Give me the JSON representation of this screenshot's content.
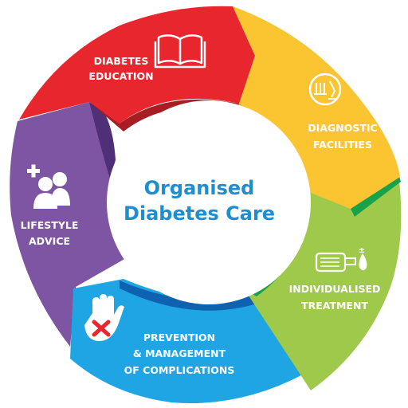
{
  "center": {
    "line1": "Organised",
    "line2": "Diabetes Care"
  },
  "colors": {
    "red": "#e8262e",
    "red_dark": "#a81d24",
    "yellow": "#fbc431",
    "yellow_dark": "#d79a16",
    "green": "#9ec94a",
    "green_dark": "#18a24b",
    "blue": "#1fa5e4",
    "blue_dark": "#0f62b0",
    "purple": "#7d55a3",
    "purple_dark": "#4f2f78",
    "center_text": "#1b8fd1"
  },
  "segments": [
    {
      "id": "education",
      "icon": "book-icon",
      "lines": [
        "DIABETES",
        "EDUCATION"
      ]
    },
    {
      "id": "diagnostic",
      "icon": "microscope-icon",
      "lines": [
        "DIAGNOSTIC",
        "FACILITIES"
      ]
    },
    {
      "id": "treatment",
      "icon": "glucose-test-icon",
      "lines": [
        "INDIVIDUALISED",
        "TREATMENT"
      ]
    },
    {
      "id": "prevention",
      "icon": "stop-hand-icon",
      "lines": [
        "PREVENTION",
        "& MANAGEMENT",
        "OF COMPLICATIONS"
      ]
    },
    {
      "id": "lifestyle",
      "icon": "people-plus-icon",
      "lines": [
        "LIFESTYLE",
        "ADVICE"
      ]
    }
  ]
}
